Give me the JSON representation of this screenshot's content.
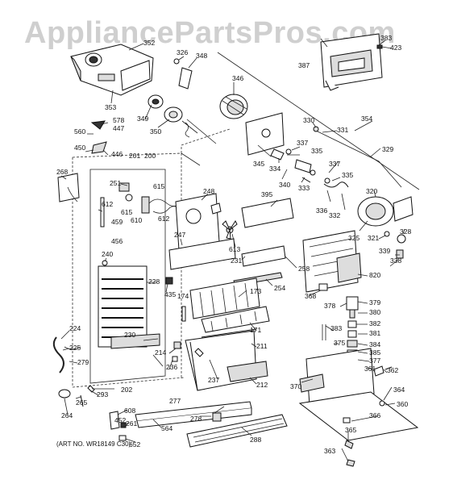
{
  "watermark": "AppliancePartsPros.com",
  "art_number": "(ART NO. WR18149 C30)",
  "parts": {
    "p352": "352",
    "p353": "353",
    "p326": "326",
    "p348": "348",
    "p346": "346",
    "p349": "349",
    "p350": "350",
    "p578": "578",
    "p447": "447",
    "p560": "560",
    "p450": "450",
    "p446": "446",
    "p201": "201",
    "p200": "200",
    "p268": "268",
    "p251": "251",
    "p612a": "612",
    "p615a": "615",
    "p615b": "615",
    "p610": "610",
    "p612b": "612",
    "p248": "248",
    "p459": "459",
    "p456": "456",
    "p247": "247",
    "p613": "613",
    "p240": "240",
    "p228": "228",
    "p435": "435",
    "p174": "174",
    "p173": "173",
    "p231": "231",
    "p258": "258",
    "p254": "254",
    "p171": "171",
    "p230": "230",
    "p224": "224",
    "p225": "225",
    "p279": "279",
    "p214": "214",
    "p236": "236",
    "p211": "211",
    "p237": "237",
    "p212": "212",
    "p202": "202",
    "p293": "293",
    "p265": "265",
    "p264": "264",
    "p608": "608",
    "p452": "452",
    "p261": "261",
    "p277": "277",
    "p564": "564",
    "p278": "278",
    "p652": "652",
    "p288": "288",
    "p345": "345",
    "p330": "330",
    "p331": "331",
    "p354": "354",
    "p337a": "337",
    "p335a": "335",
    "p334": "334",
    "p340": "340",
    "p337b": "337",
    "p333": "333",
    "p329": "329",
    "p335b": "335",
    "p395": "395",
    "p336": "336",
    "p332": "332",
    "p320": "320",
    "p325": "325",
    "p321": "321",
    "p328": "328",
    "p339": "339",
    "p338": "338",
    "p820": "820",
    "p368": "368",
    "p378": "378",
    "p379": "379",
    "p380": "380",
    "p382": "382",
    "p383": "383",
    "p381": "381",
    "p375": "375",
    "p384": "384",
    "p385": "385",
    "p377": "377",
    "p361": "361",
    "p362": "362",
    "p370": "370",
    "p364": "364",
    "p360": "360",
    "p366": "366",
    "p365": "365",
    "p363": "363",
    "p387": "387",
    "p383b": "383",
    "p423": "423"
  }
}
